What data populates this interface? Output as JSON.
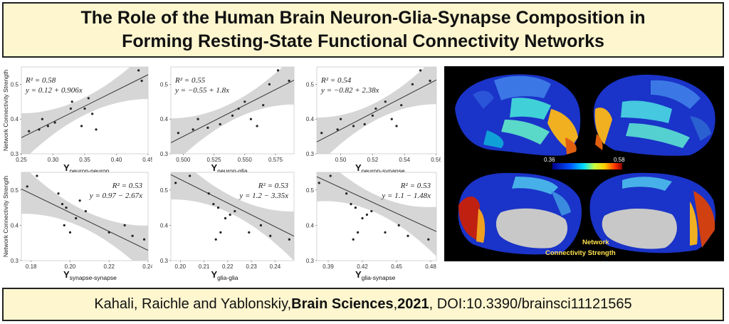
{
  "title": {
    "line1": "The Role of the Human Brain Neuron-Glia-Synapse Composition in",
    "line2": "Forming Resting-State Functional Connectivity Networks"
  },
  "citation": {
    "authors": "Kahali, Raichle and Yablonskiy, ",
    "journal": "Brain Sciences",
    "sep1": ", ",
    "year": "2021",
    "doi": ", DOI:10.3390/brainsci11121565"
  },
  "y_axis_label": "Network Connectivity Strength",
  "brain_map": {
    "colorbar_min": "0.36",
    "colorbar_max": "0.58",
    "caption_line1": "Network",
    "caption_line2": "Connectivity  Strength"
  },
  "chart_data": [
    {
      "type": "scatter",
      "xlabel_main": "Y",
      "xlabel_sub": "neuron-neuron",
      "r2": "R² = 0.58",
      "equation": "y = 0.12 + 0.906x",
      "xlim": [
        0.25,
        0.45
      ],
      "ylim": [
        0.3,
        0.55
      ],
      "xticks": [
        "0.25",
        "0.30",
        "0.35",
        "0.40",
        "0.45"
      ],
      "yticks": [
        "0.3",
        "0.4",
        "0.5"
      ],
      "fit": {
        "intercept": 0.12,
        "slope": 0.906
      },
      "points": [
        [
          0.262,
          0.365
        ],
        [
          0.278,
          0.37
        ],
        [
          0.283,
          0.4
        ],
        [
          0.292,
          0.38
        ],
        [
          0.303,
          0.39
        ],
        [
          0.328,
          0.43
        ],
        [
          0.33,
          0.45
        ],
        [
          0.345,
          0.38
        ],
        [
          0.35,
          0.43
        ],
        [
          0.356,
          0.46
        ],
        [
          0.362,
          0.415
        ],
        [
          0.368,
          0.37
        ],
        [
          0.435,
          0.54
        ],
        [
          0.44,
          0.51
        ]
      ]
    },
    {
      "type": "scatter",
      "xlabel_main": "Y",
      "xlabel_sub": "neuron-glia",
      "r2": "R² = 0.55",
      "equation": "y = −0.55 + 1.8x",
      "xlim": [
        0.49,
        0.59
      ],
      "ylim": [
        0.3,
        0.55
      ],
      "xticks": [
        "0.500",
        "0.525",
        "0.550",
        "0.575"
      ],
      "yticks": [
        "0.3",
        "0.4",
        "0.5"
      ],
      "fit": {
        "intercept": -0.55,
        "slope": 1.8
      },
      "points": [
        [
          0.496,
          0.36
        ],
        [
          0.508,
          0.37
        ],
        [
          0.512,
          0.4
        ],
        [
          0.52,
          0.375
        ],
        [
          0.53,
          0.385
        ],
        [
          0.54,
          0.41
        ],
        [
          0.545,
          0.43
        ],
        [
          0.55,
          0.45
        ],
        [
          0.555,
          0.4
        ],
        [
          0.56,
          0.38
        ],
        [
          0.565,
          0.44
        ],
        [
          0.57,
          0.5
        ],
        [
          0.577,
          0.54
        ],
        [
          0.586,
          0.51
        ]
      ]
    },
    {
      "type": "scatter",
      "xlabel_main": "Y",
      "xlabel_sub": "neuron-synapse",
      "r2": "R² = 0.54",
      "equation": "y = −0.82 + 2.38x",
      "xlim": [
        0.485,
        0.56
      ],
      "ylim": [
        0.3,
        0.55
      ],
      "xticks": [
        "0.50",
        "0.52",
        "0.54",
        "0.56"
      ],
      "yticks": [
        "0.3",
        "0.4",
        "0.5"
      ],
      "fit": {
        "intercept": -0.82,
        "slope": 2.38
      },
      "points": [
        [
          0.488,
          0.36
        ],
        [
          0.498,
          0.37
        ],
        [
          0.5,
          0.4
        ],
        [
          0.508,
          0.38
        ],
        [
          0.515,
          0.385
        ],
        [
          0.52,
          0.41
        ],
        [
          0.522,
          0.43
        ],
        [
          0.528,
          0.45
        ],
        [
          0.532,
          0.4
        ],
        [
          0.535,
          0.38
        ],
        [
          0.538,
          0.44
        ],
        [
          0.545,
          0.5
        ],
        [
          0.55,
          0.54
        ],
        [
          0.556,
          0.51
        ]
      ]
    },
    {
      "type": "scatter",
      "xlabel_main": "Y",
      "xlabel_sub": "synapse-synapse",
      "r2": "R² = 0.53",
      "equation": "y = 0.97 − 2.67x",
      "xlim": [
        0.175,
        0.24
      ],
      "ylim": [
        0.3,
        0.55
      ],
      "xticks": [
        "0.18",
        "0.20",
        "0.22",
        "0.24"
      ],
      "yticks": [
        "0.3",
        "0.4",
        "0.5"
      ],
      "fit": {
        "intercept": 0.97,
        "slope": -2.67
      },
      "points": [
        [
          0.178,
          0.51
        ],
        [
          0.183,
          0.54
        ],
        [
          0.194,
          0.49
        ],
        [
          0.196,
          0.46
        ],
        [
          0.197,
          0.4
        ],
        [
          0.198,
          0.45
        ],
        [
          0.2,
          0.38
        ],
        [
          0.203,
          0.42
        ],
        [
          0.205,
          0.47
        ],
        [
          0.208,
          0.44
        ],
        [
          0.22,
          0.38
        ],
        [
          0.228,
          0.4
        ],
        [
          0.232,
          0.37
        ],
        [
          0.238,
          0.36
        ]
      ]
    },
    {
      "type": "scatter",
      "xlabel_main": "Y",
      "xlabel_sub": "glia-glia",
      "r2": "R² = 0.53",
      "equation": "y = 1.2 − 3.35x",
      "xlim": [
        0.196,
        0.248
      ],
      "ylim": [
        0.3,
        0.55
      ],
      "xticks": [
        "0.20",
        "0.21",
        "0.22",
        "0.23",
        "0.24"
      ],
      "yticks": [
        "0.3",
        "0.4",
        "0.5"
      ],
      "fit": {
        "intercept": 1.2,
        "slope": -3.35
      },
      "points": [
        [
          0.198,
          0.52
        ],
        [
          0.204,
          0.54
        ],
        [
          0.212,
          0.49
        ],
        [
          0.214,
          0.46
        ],
        [
          0.215,
          0.36
        ],
        [
          0.216,
          0.45
        ],
        [
          0.217,
          0.38
        ],
        [
          0.219,
          0.42
        ],
        [
          0.221,
          0.43
        ],
        [
          0.223,
          0.44
        ],
        [
          0.229,
          0.38
        ],
        [
          0.234,
          0.4
        ],
        [
          0.238,
          0.37
        ],
        [
          0.246,
          0.36
        ]
      ]
    },
    {
      "type": "scatter",
      "xlabel_main": "Y",
      "xlabel_sub": "glia-synapse",
      "r2": "R² = 0.53",
      "equation": "y = 1.1 − 1.48x",
      "xlim": [
        0.38,
        0.485
      ],
      "ylim": [
        0.3,
        0.55
      ],
      "xticks": [
        "0.39",
        "0.42",
        "0.45",
        "0.48"
      ],
      "yticks": [
        "0.3",
        "0.4",
        "0.5"
      ],
      "fit": {
        "intercept": 1.1,
        "slope": -1.48
      },
      "points": [
        [
          0.382,
          0.52
        ],
        [
          0.392,
          0.54
        ],
        [
          0.406,
          0.49
        ],
        [
          0.41,
          0.46
        ],
        [
          0.412,
          0.36
        ],
        [
          0.414,
          0.45
        ],
        [
          0.416,
          0.38
        ],
        [
          0.42,
          0.42
        ],
        [
          0.424,
          0.43
        ],
        [
          0.428,
          0.44
        ],
        [
          0.44,
          0.38
        ],
        [
          0.452,
          0.4
        ],
        [
          0.46,
          0.37
        ],
        [
          0.478,
          0.36
        ]
      ]
    }
  ]
}
